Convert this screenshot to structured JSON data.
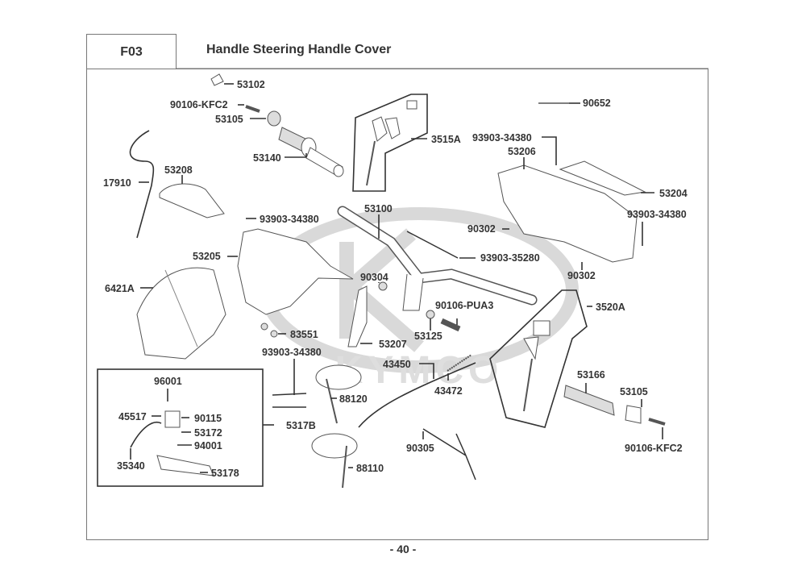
{
  "header": {
    "section_code": "F03",
    "title": "Handle Steering  Handle Cover"
  },
  "watermark": "KYMCO",
  "page_number": "- 40 -",
  "parts": [
    {
      "id": "53102"
    },
    {
      "id": "90106-KFC2"
    },
    {
      "id": "53105"
    },
    {
      "id": "53140"
    },
    {
      "id": "3515A"
    },
    {
      "id": "90652"
    },
    {
      "id": "93903-34380"
    },
    {
      "id": "53206"
    },
    {
      "id": "17910"
    },
    {
      "id": "53208"
    },
    {
      "id": "53204"
    },
    {
      "id": "93903-34380"
    },
    {
      "id": "53100"
    },
    {
      "id": "93903-34380"
    },
    {
      "id": "90302"
    },
    {
      "id": "53205"
    },
    {
      "id": "93903-35280"
    },
    {
      "id": "90302"
    },
    {
      "id": "6421A"
    },
    {
      "id": "90304"
    },
    {
      "id": "90106-PUA3"
    },
    {
      "id": "3520A"
    },
    {
      "id": "83551"
    },
    {
      "id": "53125"
    },
    {
      "id": "53207"
    },
    {
      "id": "93903-34380"
    },
    {
      "id": "43450"
    },
    {
      "id": "43472"
    },
    {
      "id": "53166"
    },
    {
      "id": "53105"
    },
    {
      "id": "96001"
    },
    {
      "id": "88120"
    },
    {
      "id": "45517"
    },
    {
      "id": "90115"
    },
    {
      "id": "5317B"
    },
    {
      "id": "53172"
    },
    {
      "id": "94001"
    },
    {
      "id": "90106-KFC2"
    },
    {
      "id": "90305"
    },
    {
      "id": "35340"
    },
    {
      "id": "53178"
    },
    {
      "id": "88110"
    }
  ]
}
